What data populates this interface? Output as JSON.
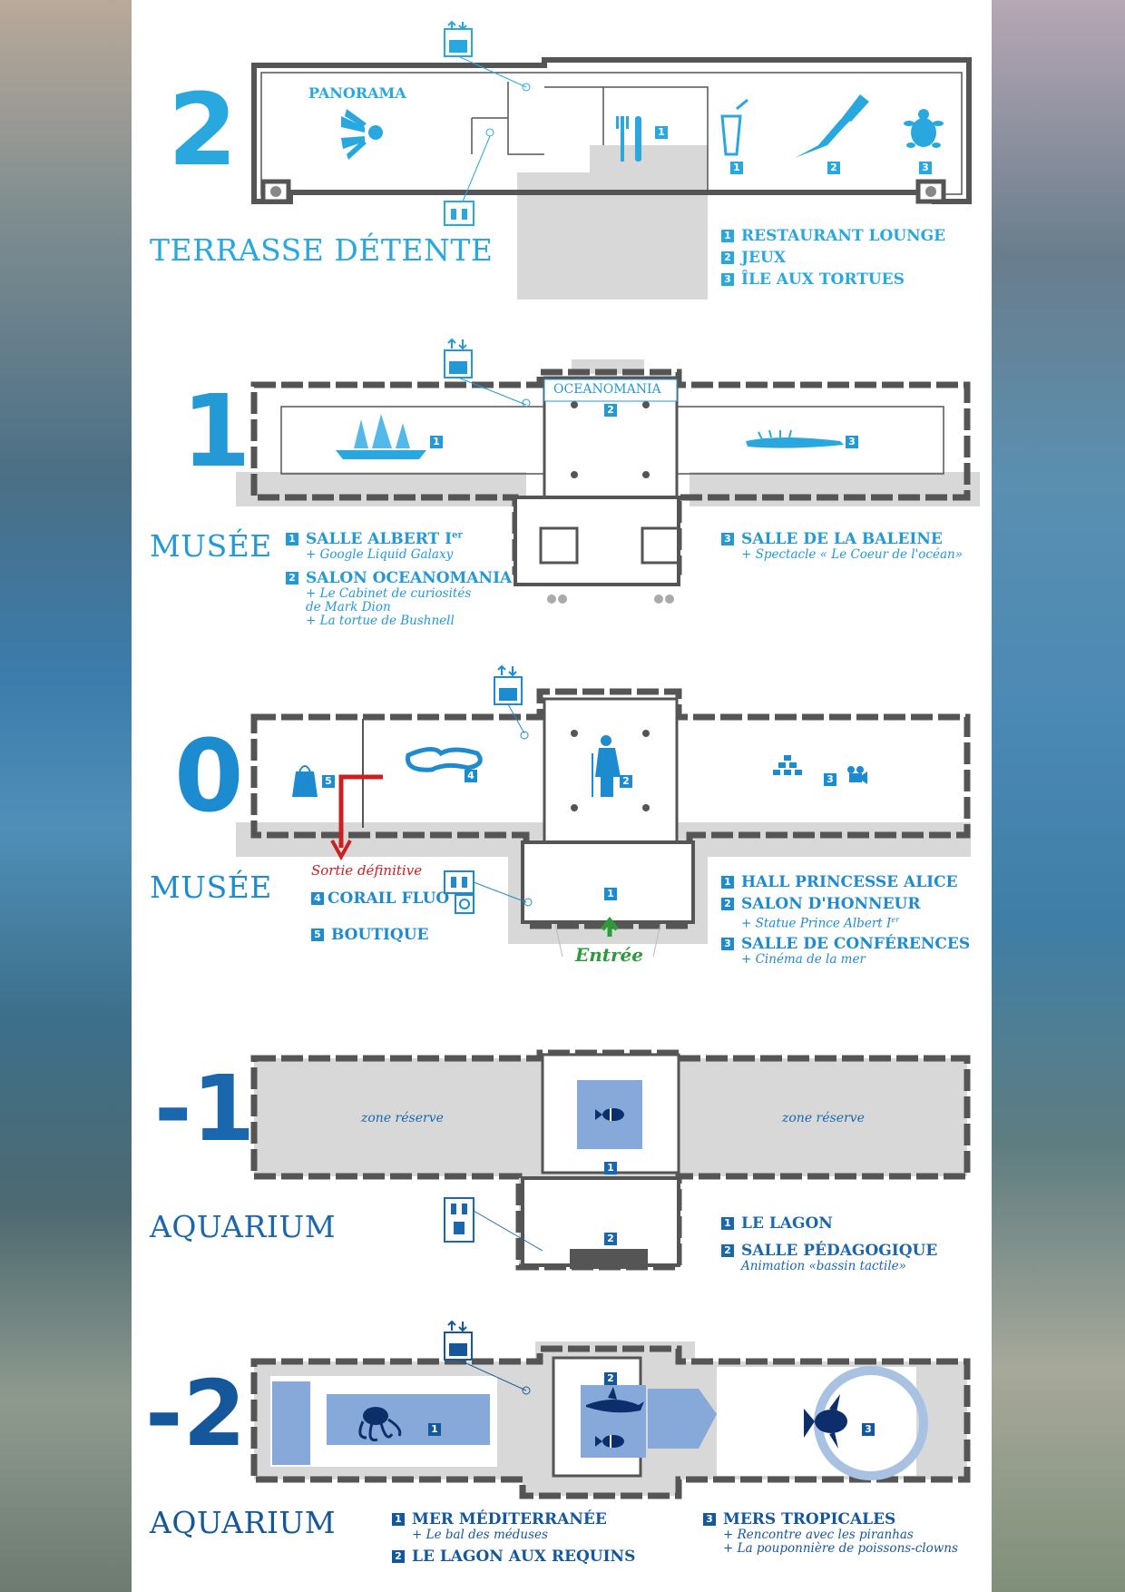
{
  "colors": {
    "level2": "#29a8e0",
    "level1": "#2399d6",
    "level0": "#1d8bd0",
    "levelm1": "#1a67ae",
    "levelm2": "#15579b",
    "exit": "#cc1f1f",
    "entrance": "#2e9b3a",
    "wall": "#555555",
    "floor": "#d8d8d8"
  },
  "floors": [
    {
      "level": "2",
      "zone": "TERRASSE DÉTENTE",
      "map_labels": {
        "panorama": "PANORAMA"
      },
      "map_tags": [
        "1",
        "1",
        "2",
        "3"
      ],
      "legend": [
        {
          "n": "1",
          "name": "RESTAURANT LOUNGE"
        },
        {
          "n": "2",
          "name": "JEUX"
        },
        {
          "n": "3",
          "name": "ÎLE AUX TORTUES"
        }
      ]
    },
    {
      "level": "1",
      "zone": "MUSÉE",
      "map_labels": {
        "oceanomania": "OCEANOMANIA"
      },
      "map_tags": [
        "1",
        "2",
        "3"
      ],
      "legend_left": [
        {
          "n": "1",
          "name": "SALLE ALBERT I",
          "sup": "er",
          "subs": [
            "+ Google Liquid Galaxy"
          ]
        },
        {
          "n": "2",
          "name": "SALON OCEANOMANIA",
          "subs": [
            "+ Le Cabinet de curiosités",
            "de Mark Dion",
            "+ La tortue de Bushnell"
          ]
        }
      ],
      "legend_right": [
        {
          "n": "3",
          "name": "SALLE DE LA BALEINE",
          "subs": [
            "+ Spectacle « Le Coeur de l'océan»"
          ]
        }
      ]
    },
    {
      "level": "0",
      "zone": "MUSÉE",
      "map_labels": {
        "exit": "Sortie définitive",
        "entrance": "Entrée"
      },
      "map_tags": [
        "5",
        "4",
        "2",
        "3",
        "1"
      ],
      "legend_left": [
        {
          "n": "4",
          "name": "CORAIL FLUO"
        },
        {
          "n": "5",
          "name": "BOUTIQUE"
        }
      ],
      "legend_right": [
        {
          "n": "1",
          "name": "HALL PRINCESSE ALICE",
          "subs": []
        },
        {
          "n": "2",
          "name": "SALON D'HONNEUR",
          "subs": [
            "+ Statue Prince Albert I",
            "er"
          ]
        },
        {
          "n": "3",
          "name": "SALLE DE CONFÉRENCES",
          "subs": [
            "+ Cinéma de la mer"
          ]
        }
      ]
    },
    {
      "level": "-1",
      "zone": "AQUARIUM",
      "map_labels": {
        "reserve_left": "zone réserve",
        "reserve_right": "zone réserve"
      },
      "map_tags": [
        "1",
        "2"
      ],
      "legend": [
        {
          "n": "1",
          "name": "LE LAGON",
          "subs": []
        },
        {
          "n": "2",
          "name": "SALLE PÉDAGOGIQUE",
          "subs": [
            "Animation «bassin tactile»"
          ]
        }
      ]
    },
    {
      "level": "-2",
      "zone": "AQUARIUM",
      "map_tags": [
        "2",
        "1",
        "3"
      ],
      "legend_left": [
        {
          "n": "1",
          "name": "MER MÉDITERRANÉE",
          "subs": [
            "+ Le bal des méduses"
          ]
        },
        {
          "n": "2",
          "name": "LE LAGON AUX REQUINS",
          "subs": []
        }
      ],
      "legend_right": [
        {
          "n": "3",
          "name": "MERS TROPICALES",
          "subs": [
            "+ Rencontre avec les piranhas",
            "+ La pouponnière de poissons-clowns"
          ]
        }
      ]
    }
  ],
  "icons": [
    "elevator-icon",
    "restroom-icon",
    "accessible-restroom-icon",
    "restaurant-icon",
    "cocktail-icon",
    "swordfish-icon",
    "turtle-icon",
    "panorama-icon",
    "ship-icon",
    "whale-skeleton-icon",
    "shopping-bag-icon",
    "coral-icon",
    "statue-icon",
    "audience-icon",
    "camera-icon",
    "clownfish-icon",
    "octopus-icon",
    "shark-icon",
    "tropical-fish-icon"
  ]
}
